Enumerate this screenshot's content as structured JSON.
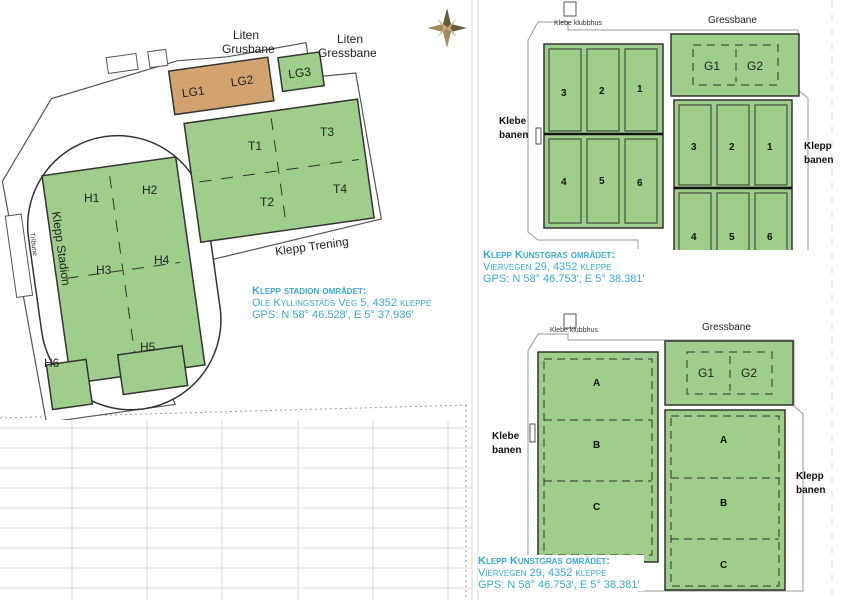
{
  "stadium_map": {
    "fields_top": [
      "LG1",
      "LG2",
      "LG3"
    ],
    "labels": {
      "liten_grusbane": [
        "Liten",
        "Grusbane"
      ],
      "liten_gressbane": [
        "Liten",
        "Gressbane"
      ],
      "klepp_stadion": "Klepp Stadion",
      "tribune": "Tribune",
      "klepp_trening": "Klepp Trening"
    },
    "h_fields": [
      "H1",
      "H2",
      "H3",
      "H4",
      "H5",
      "H6"
    ],
    "t_fields": [
      "T1",
      "T3",
      "T2",
      "T4"
    ],
    "info": {
      "title": "Klepp stadion området:",
      "address": "Ole Kyllingstads Veg 5, 4352 kleppe",
      "gps": "GPS: N 58° 46.528', E 5° 37.936'"
    }
  },
  "kunstgras_map_1": {
    "klubbhus": "Klebe klubbhus",
    "gressbane": "Gressbane",
    "g_fields": [
      "G1",
      "G2"
    ],
    "klebe_banen": [
      "Klebe",
      "banen"
    ],
    "klepp_banen": [
      "Klepp",
      "banen"
    ],
    "left_top_row": [
      "3",
      "2",
      "1"
    ],
    "left_bottom_row": [
      "4",
      "5",
      "6"
    ],
    "right_top_row": [
      "3",
      "2",
      "1"
    ],
    "right_bottom_row": [
      "4",
      "5",
      "6"
    ],
    "info": {
      "title": "Klepp Kunstgras området:",
      "address": "Viervegen 29, 4352 kleppe",
      "gps": "GPS: N 58° 46.753', E 5° 38.381'"
    }
  },
  "kunstgras_map_2": {
    "klubbhus": "Klebe klubbhus",
    "gressbane": "Gressbane",
    "g_fields": [
      "G1",
      "G2"
    ],
    "klebe_banen": [
      "Klebe",
      "banen"
    ],
    "klepp_banen": [
      "Klepp",
      "banen"
    ],
    "left_sections": [
      "A",
      "B",
      "C"
    ],
    "right_sections": [
      "A",
      "B",
      "C"
    ],
    "info": {
      "title": "Klepp Kunstgras området:",
      "address": "Viervegen 29, 4352 kleppe",
      "gps": "GPS: N 58° 46.753', E 5° 38.381'"
    }
  },
  "colors": {
    "grass": "#9fce8a",
    "gravel": "#d2a36e",
    "outline": "#333333",
    "info_text": "#3aa7d6"
  },
  "icons": [
    "compass-rose-icon"
  ]
}
